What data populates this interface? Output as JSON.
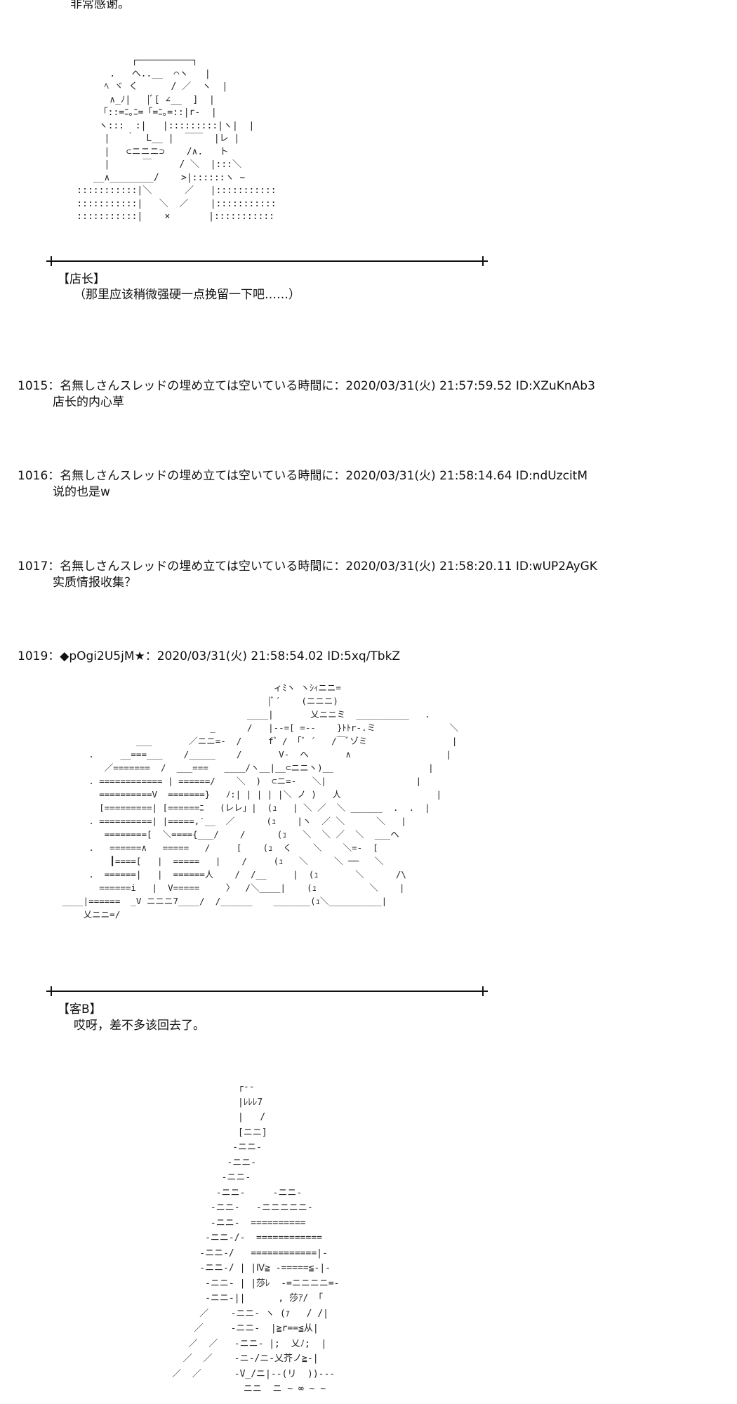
{
  "top_cut_text": "非常感谢。",
  "scene1": {
    "art": "              ┌──────────┐\n          .   ヘ..__  ⌒ヽ   |\n         ﾍ ヾ く      / ／  ヽ  |\n          ∧_ﾉ|   |ﾞ[ ∠__  ]  |\n        「::=ﾆ｡ﾆ=「=ﾆ｡=::|r-  |\n        ヽ:::  :|   |:::::::::|ヽ|  |\n         |   ｀  L__ |  ￣￣  |レ |\n         |   ⊂ニニニ⊃    /∧.   ト\n         |      ￣     / ＼  |:::＼\n       __∧________/    >|::::::ヽ ~\n    :::::::::::|＼      ／   |:::::::::::\n    :::::::::::|   ＼  ／    |:::::::::::\n    :::::::::::|    ×       |:::::::::::",
    "speaker": "【店长】",
    "speech": "（那里应该稍微强硬一点挽留一下吧……）"
  },
  "posts": [
    {
      "header": "1015：名無しさんスレッドの埋め立ては空いている時間に：2020/03/31(火) 21:57:59.52 ID:XZuKnAb3",
      "body": "店长的内心草"
    },
    {
      "header": "1016：名無しさんスレッドの埋め立ては空いている時間に：2020/03/31(火) 21:58:14.64 ID:ndUzcitM",
      "body": "说的也是w"
    },
    {
      "header": "1017：名無しさんスレッドの埋め立ては空いている時間に：2020/03/31(火) 21:58:20.11 ID:wUP2AyGK",
      "body": "实质情报收集？"
    },
    {
      "header": "1019：◆pOgi2U5jM★：2020/03/31(火) 21:58:54.02 ID:5xq/TbkZ",
      "body": ""
    }
  ],
  "scene2": {
    "art": "                                           ィﾐヽ ヽｼｨニニ=\n                                          |ﾞ´    (ニニニ)\n                                      ____|       乂ニニミ  __________   .\n                               _      /   |--=[ =--    }ﾄﾄr-.ミ              ＼\n                 ___       ／ニニ=-  /     f゛/ 「゛´   /￣ﾞゾミ                |\n        .     __===___    /_____    /       V-  ヘ       ∧                  |\n           ／=======  /  ___===   ____/ヽ__|__⊂ニニヽ)__                  |\n        . ============ | ======/    ＼  )  ⊂ニ=-   ＼|                 |\n          ==========V  =======}   ﾉ:| | | | |＼ ノ )   人                  |\n          [=========| [======ﾆ   (レレ」|  (ｭ   | ＼ ／  ＼ ______  .  .  |\n        . ==========| |=====,′__  ／      (ｭ    |ヽ  ／ ＼      ＼   |\n           ========[  ＼===={___/    /      (ｭ   ＼  ＼ ／  ＼  ___ヘ\n        .   ======∧   =====   /     [    (ｭ  く    ＼    ＼=-  [\n            ┃====[   |  =====   |    /     (ｭ   ＼     ＼ ──   ＼\n        .  ======|   |  ======人    /  /__     |  (ｭ       ＼      /\\\n          ======i   |  V=====     〉  /＼____|    (ｭ          ＼    |\n   ____|======  _V ニニニ7____/  /______    _______(ｭ＼__________|\n       乂ニニ=/\n",
    "speaker": "【客B】",
    "speech": "哎呀，差不多该回去了。"
  },
  "scene3": {
    "art": "                 ┌-- \n                 |ﾚﾚﾚ7\n                 |   /\n                 [ニニ]\n                -ニニ-\n               -ニニ-\n              -ニニ-\n             -ニニ-     -ニニ-\n            -ニニ-   -ニニニニニ-\n            -ニニ-  ==========\n           -ニニ-/-  ============\n          -ニニ-/   ============|-\n          -ニニ-/ | |Ⅳ≧ -=====≦-|-\n           -ニニ- | |莎ﾚ  -=ニニニニ=-\n           -ニニ-||      , 莎ｱ/ 「\n          ／    -ニニ- ヽ (ｧ   / /|\n         ／     -ニニ-  |≧r==≦从|\n        ／  ／   -ニニ- |;  乂ﾉ;  |\n       ／  ／    -ニ-/ニ-乂芥ノ≧-|\n     ／  ／      -V_/ニ|--(リ  ))---\n                  ニニ  ニ ~ ∞ ~ ~"
  }
}
